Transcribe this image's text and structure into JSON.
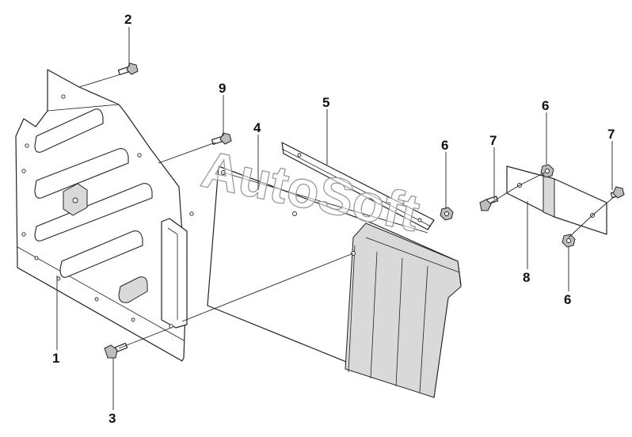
{
  "watermark": "AutoSoft",
  "callouts": {
    "c1": "1",
    "c2": "2",
    "c3": "3",
    "c4": "4",
    "c5": "5",
    "c6a": "6",
    "c6b": "6",
    "c6c": "6",
    "c7a": "7",
    "c7b": "7",
    "c8": "8",
    "c9": "9"
  }
}
